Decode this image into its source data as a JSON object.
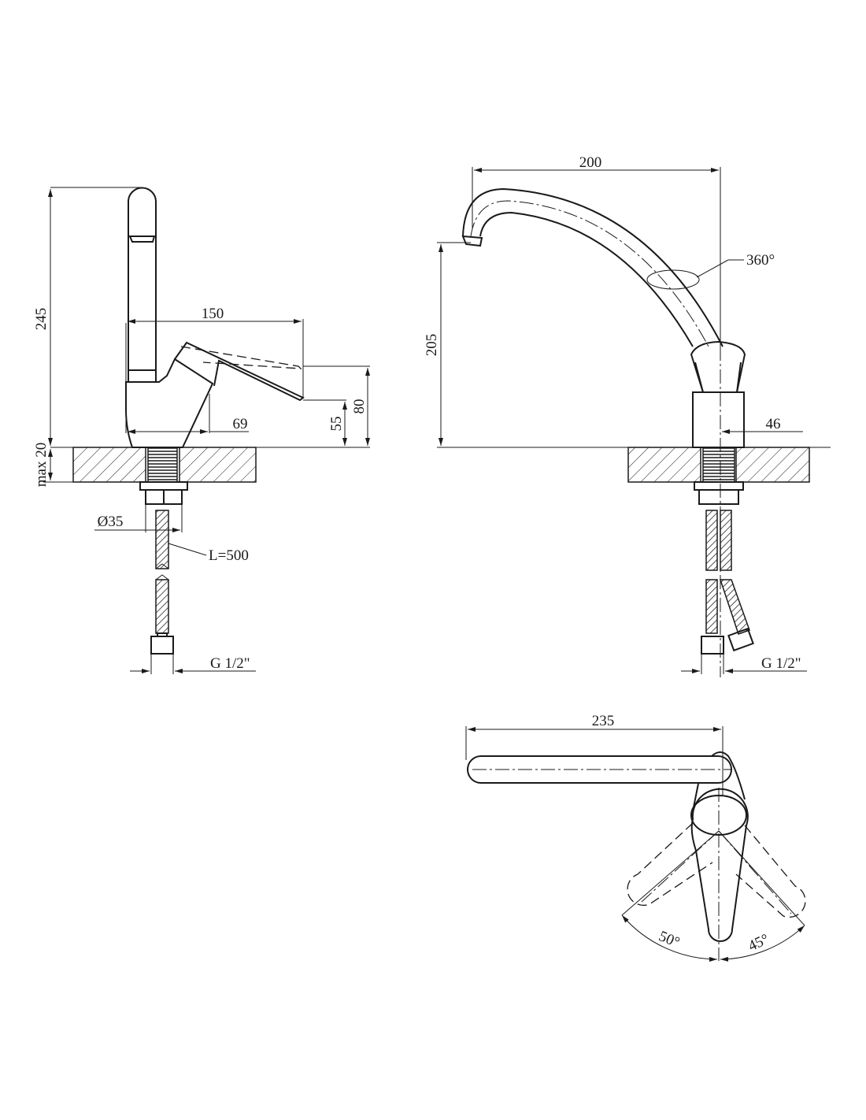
{
  "side_view": {
    "height_total": "245",
    "spout_reach": "150",
    "body_depth": "69",
    "lever_height_low": "55",
    "lever_height_high": "80",
    "counter_thickness": "max 20",
    "shank_diameter": "Ø35",
    "hose_length": "L=500",
    "connection": "G 1/2\""
  },
  "front_view": {
    "spout_reach": "200",
    "spout_height": "205",
    "rotation": "360°",
    "body_width": "46",
    "connection": "G 1/2\""
  },
  "top_view": {
    "overall_length": "235",
    "angle_left": "50°",
    "angle_right": "45°"
  }
}
